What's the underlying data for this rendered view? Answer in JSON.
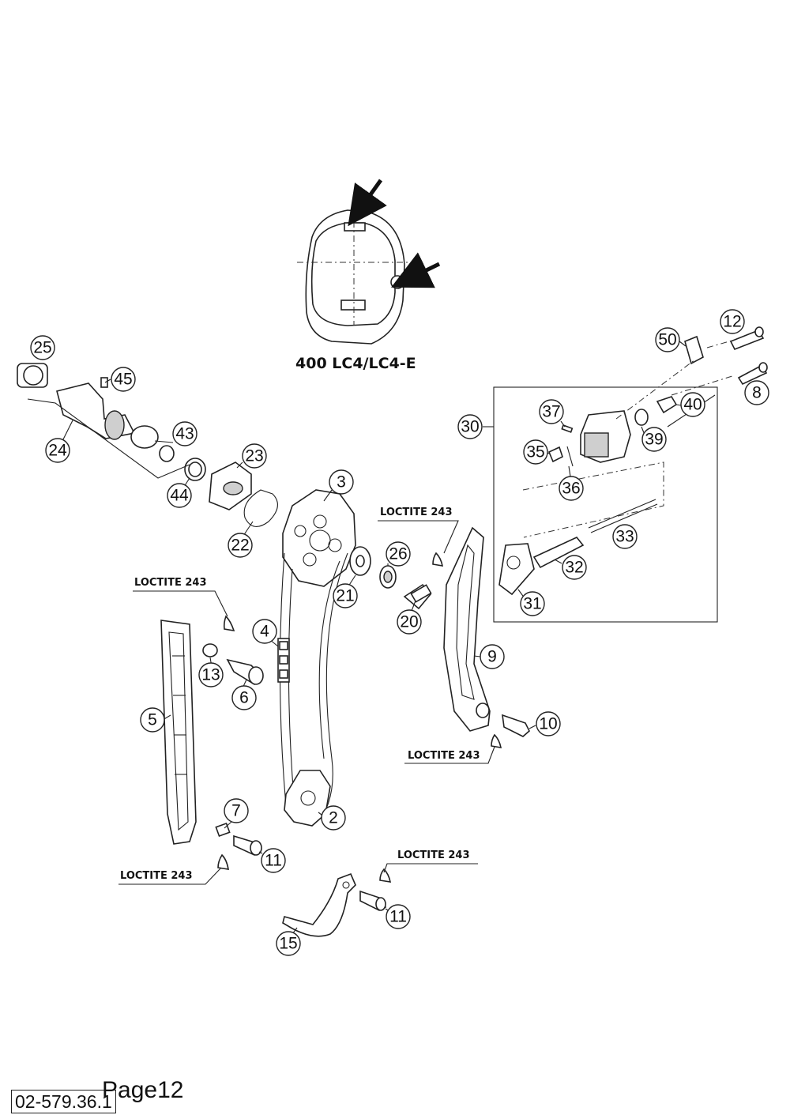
{
  "model_label": "400 LC4/LC4-E",
  "loctite_label": "LOCTITE 243",
  "callouts": {
    "c25": "25",
    "c45": "45",
    "c24": "24",
    "c43": "43",
    "c44": "44",
    "c23": "23",
    "c22": "22",
    "c3": "3",
    "c21": "21",
    "c26": "26",
    "c20": "20",
    "c4": "4",
    "c13": "13",
    "c6": "6",
    "c5": "5",
    "c2": "2",
    "c7": "7",
    "c11a": "11",
    "c11b": "11",
    "c15": "15",
    "c9": "9",
    "c10": "10",
    "c12": "12",
    "c50": "50",
    "c8": "8",
    "c40": "40",
    "c39": "39",
    "c37": "37",
    "c35": "35",
    "c36": "36",
    "c30": "30",
    "c33": "33",
    "c32": "32",
    "c31": "31"
  },
  "footer": {
    "drawing_code": "02-579.36.1",
    "page_label": "Page12"
  }
}
